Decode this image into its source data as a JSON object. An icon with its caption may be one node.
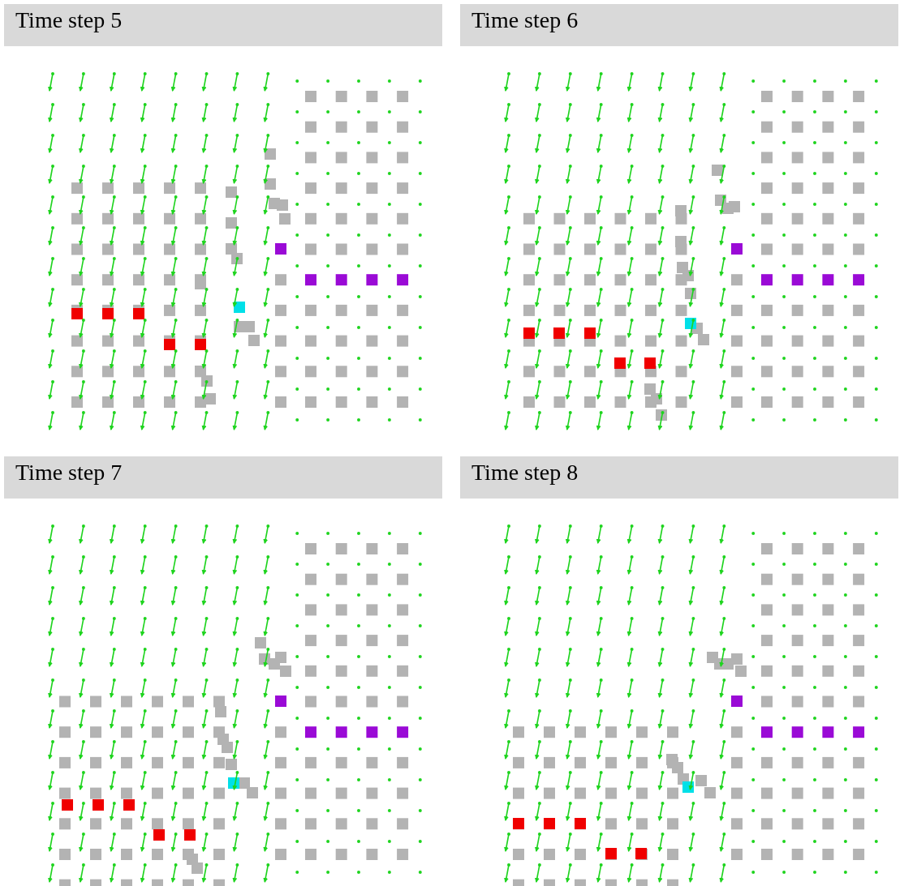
{
  "diagram": {
    "labels": [
      "Time step 5",
      "Time step 6",
      "Time step 7",
      "Time step 8"
    ]
  }
}
